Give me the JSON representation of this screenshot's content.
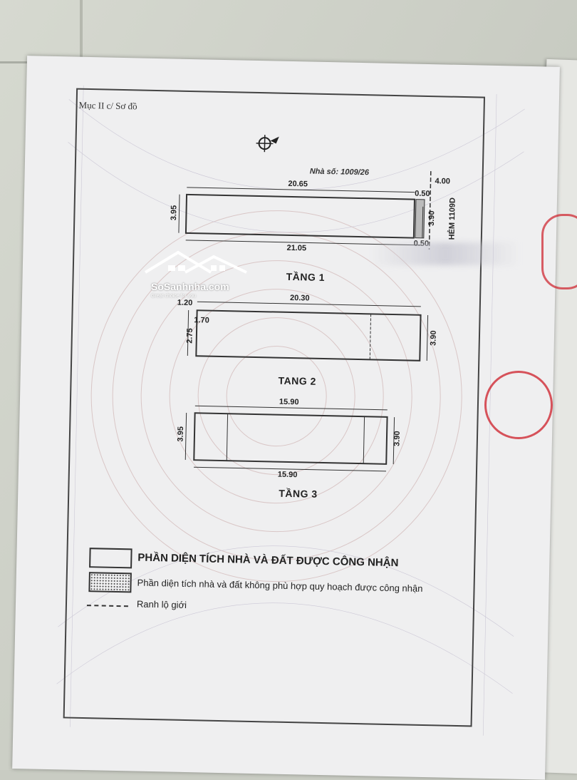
{
  "section_title": "Mục II c/ Sơ đồ",
  "house_number_label": "Nhà số: 1009/26",
  "alley_label": "HẺM 1109D",
  "dimensions": {
    "top_plot_width": "20.65",
    "bottom_plot_width": "21.05",
    "plot_depth_left": "3.95",
    "plot_depth_right": "3.90",
    "road_width": "4.00",
    "setback_top": "0.50",
    "setback_bottom": "0.50",
    "floor2_width": "20.30",
    "floor2_notch": "1.20",
    "floor2_step": "1.70",
    "floor2_left": "2.75",
    "floor2_right": "3.90",
    "floor3_top": "15.90",
    "floor3_bottom": "15.90",
    "floor3_left": "3.95",
    "floor3_right": "3.90"
  },
  "floors": {
    "floor1": "TẦNG 1",
    "floor2": "TANG 2",
    "floor3": "TẦNG 3"
  },
  "legend": {
    "recognized": "PHẦN DIỆN TÍCH  NHÀ VÀ ĐẤT ĐƯỢC CÔNG NHẬN",
    "not_conforming": "Phần diện tích nhà và đất không phù hợp quy hoạch được công nhận",
    "boundary": "Ranh lộ giới"
  },
  "watermark": {
    "brand": "SoSanhnha.com",
    "tagline": "Great choice for you"
  },
  "colors": {
    "stamp": "#cd1e28",
    "line": "#333333"
  }
}
